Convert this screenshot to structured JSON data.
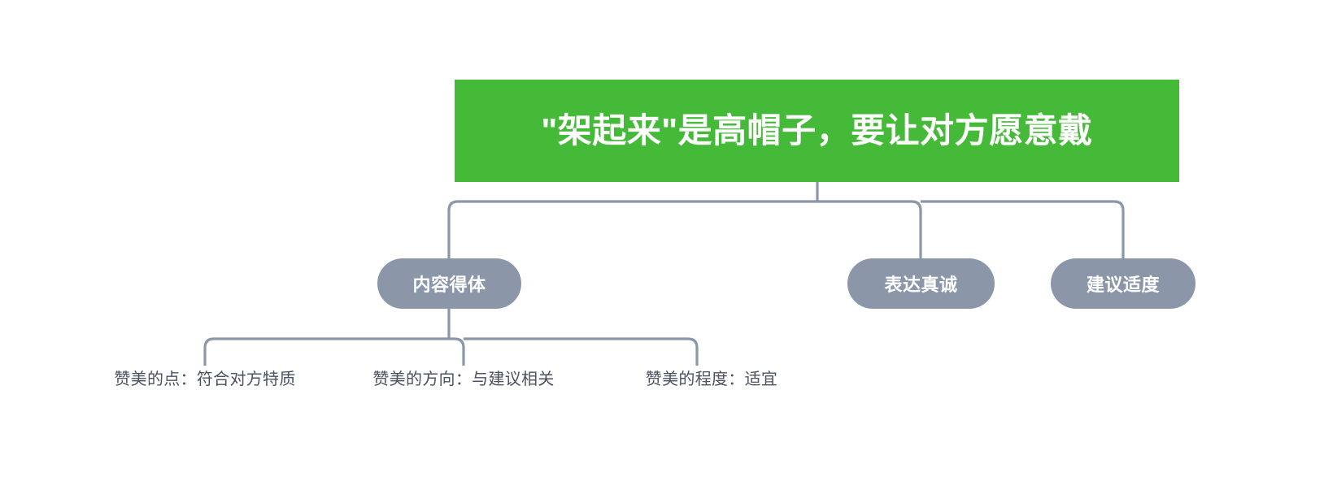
{
  "diagram": {
    "type": "mind-map",
    "colors": {
      "root_fill": "#45b938",
      "root_text": "#ffffff",
      "node_fill": "#8b96a9",
      "node_text": "#ffffff",
      "connector": "#8b96a9",
      "leaf_text": "#4a5160",
      "background": "#ffffff"
    },
    "root": {
      "label": "\"架起来\"是高帽子，要让对方愿意戴"
    },
    "level2": [
      {
        "label": "内容得体"
      },
      {
        "label": "表达真诚"
      },
      {
        "label": "建议适度"
      }
    ],
    "level3": [
      {
        "label": "赞美的点：符合对方特质"
      },
      {
        "label": "赞美的方向：与建议相关"
      },
      {
        "label": "赞美的程度：适宜"
      }
    ]
  }
}
